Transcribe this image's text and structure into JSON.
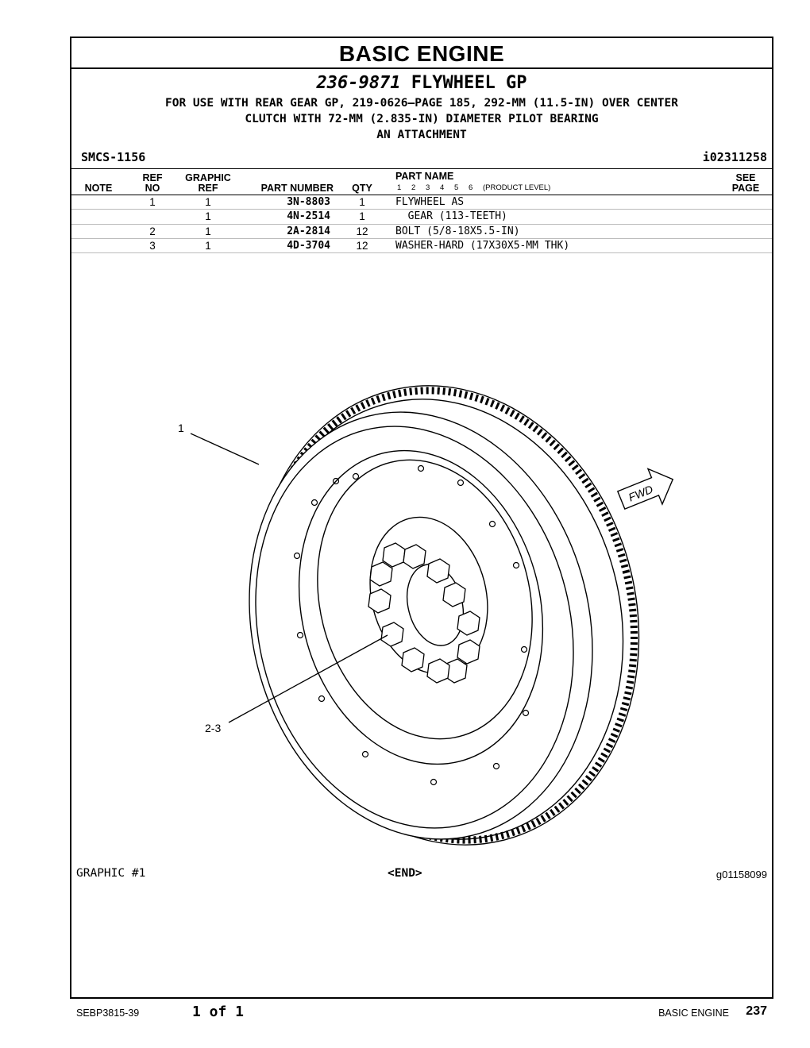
{
  "header": {
    "section_title": "BASIC ENGINE",
    "group_number": "236-9871",
    "group_name": "FLYWHEEL GP",
    "description_lines": [
      "FOR USE WITH REAR GEAR GP, 219-0626—PAGE 185, 292-MM (11.5-IN) OVER CENTER",
      "CLUTCH WITH 72-MM (2.835-IN) DIAMETER PILOT BEARING",
      "AN ATTACHMENT"
    ],
    "smcs": "SMCS-1156",
    "illustration_id": "i02311258"
  },
  "table": {
    "headers": {
      "note": "NOTE",
      "ref_top": "REF",
      "ref_bottom": "NO",
      "graphic_top": "GRAPHIC",
      "graphic_bottom": "REF",
      "part_number": "PART NUMBER",
      "qty": "QTY",
      "part_name": "PART NAME",
      "levels": [
        "1",
        "2",
        "3",
        "4",
        "5",
        "6"
      ],
      "product_level": "(PRODUCT LEVEL)",
      "see_top": "SEE",
      "see_bottom": "PAGE"
    },
    "rows": [
      {
        "ref": "1",
        "graphic_ref": "1",
        "part_number": "3N-8803",
        "qty": "1",
        "name": "FLYWHEEL AS"
      },
      {
        "ref": "",
        "graphic_ref": "1",
        "part_number": "4N-2514",
        "qty": "1",
        "name": "  GEAR (113-TEETH)"
      },
      {
        "ref": "2",
        "graphic_ref": "1",
        "part_number": "2A-2814",
        "qty": "12",
        "name": "BOLT (5/8-18X5.5-IN)"
      },
      {
        "ref": "3",
        "graphic_ref": "1",
        "part_number": "4D-3704",
        "qty": "12",
        "name": "WASHER-HARD (17X30X5-MM THK)"
      }
    ]
  },
  "illustration": {
    "callout_1": "1",
    "callout_2": "2-3",
    "fwd_label": "FWD"
  },
  "graphic_label": "GRAPHIC #1",
  "end_label": "<END>",
  "graphic_id": "g01158099",
  "footer": {
    "doc_number": "SEBP3815-39",
    "page_of": "1 of 1",
    "section": "BASIC ENGINE",
    "page_number": "237"
  }
}
